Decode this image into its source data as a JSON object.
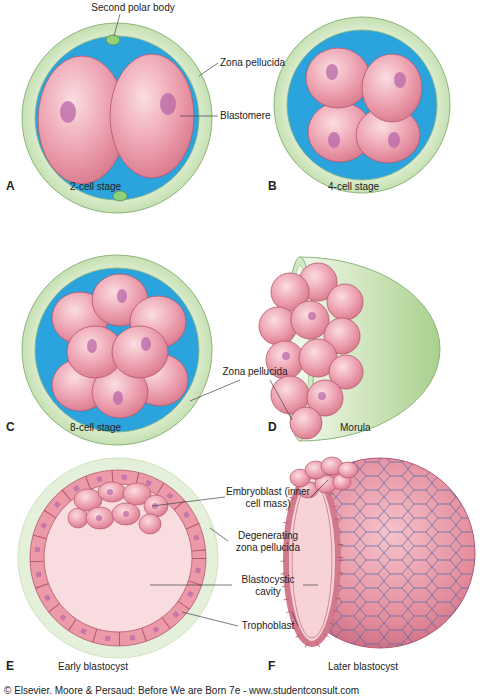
{
  "diagram": {
    "labels": [
      "Second polar body",
      "Zona pellucida",
      "Blastomere",
      "A",
      "2-cell stage",
      "B",
      "4-cell stage",
      "Zona pellucida",
      "C",
      "8-cell stage",
      "D",
      "Morula",
      "Embryoblast (inner cell mass)",
      "Degenerating zona pellucida",
      "Blastocystic cavity",
      "Trophoblast",
      "E",
      "Early blastocyst",
      "F",
      "Later blastocyst",
      "© Elsevier. Moore & Persaud: Before We are Born 7e - www.studentconsult.com"
    ]
  }
}
